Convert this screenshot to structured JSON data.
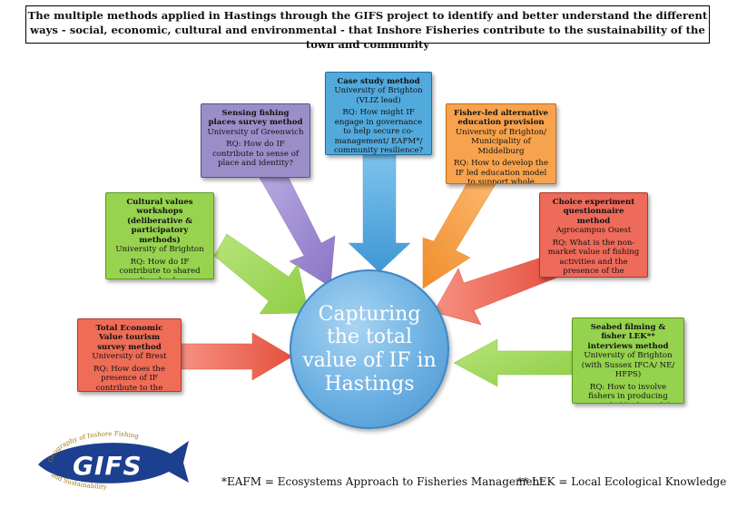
{
  "title": "The multiple methods applied in Hastings through the GIFS project to identify and better understand the different ways - social, economic, cultural and environmental - that Inshore Fisheries contribute to the sustainability of the town and community",
  "center": {
    "text": "Capturing the total value of IF in Hastings"
  },
  "boxes": {
    "case_study": {
      "heading": "Case study method",
      "institution": "University of Brighton",
      "lead": "(VLIZ lead)",
      "question": "RQ: How might IF engage in governance to help secure co-management/ EAFM*/ community resilience?",
      "color": "#52a9dc"
    },
    "sensing": {
      "heading": "Sensing fishing places survey method",
      "institution": "University of Greenwich",
      "question": "RQ: How do IF contribute to sense of place and identity?",
      "color": "#9b8ec8"
    },
    "cultural": {
      "heading": "Cultural values workshops (deliberative & participatory methods)",
      "institution": "University of Brighton",
      "question": "RQ: How do IF contribute to shared cultural values regarding the marine environment?",
      "color": "#98d34f"
    },
    "tev": {
      "heading": "Total Economic Value tourism survey method",
      "institution": "University of Brest",
      "question": "RQ: How does the presence of IF contribute to the tourism economy?",
      "color": "#ef6c57"
    },
    "fisher_led": {
      "heading": "Fisher-led alternative education provision",
      "institution": "University of Brighton/ Municipality of Middelburg",
      "question": "RQ: How to develop the IF led education model to support whole community enriched learning?",
      "color": "#f7a24c"
    },
    "choice": {
      "heading": "Choice experiment questionnaire method",
      "institution": "Agrocampus Ouest",
      "question": "RQ: What is the non-market value of fishing activities and the presence of the fisheries for both tourists and residents?",
      "color": "#ee6a5a"
    },
    "seabed": {
      "heading": "Seabed filming & fisher LEK** interviews method",
      "institution": "University of Brighton (with Sussex IFCA/ NE/ HFPS)",
      "question": "RQ: How to involve fishers in producing more reliable data of the seabed environment/ habitat?",
      "color": "#95d24d"
    }
  },
  "logo": {
    "text": "GIFS",
    "arc_top": "Geography of Inshore Fishing",
    "arc_bottom": "and Sustainability"
  },
  "footnotes": {
    "eafm": "*EAFM = Ecosystems Approach to Fisheries Management",
    "lek": "** LEK = Local Ecological Knowledge"
  }
}
